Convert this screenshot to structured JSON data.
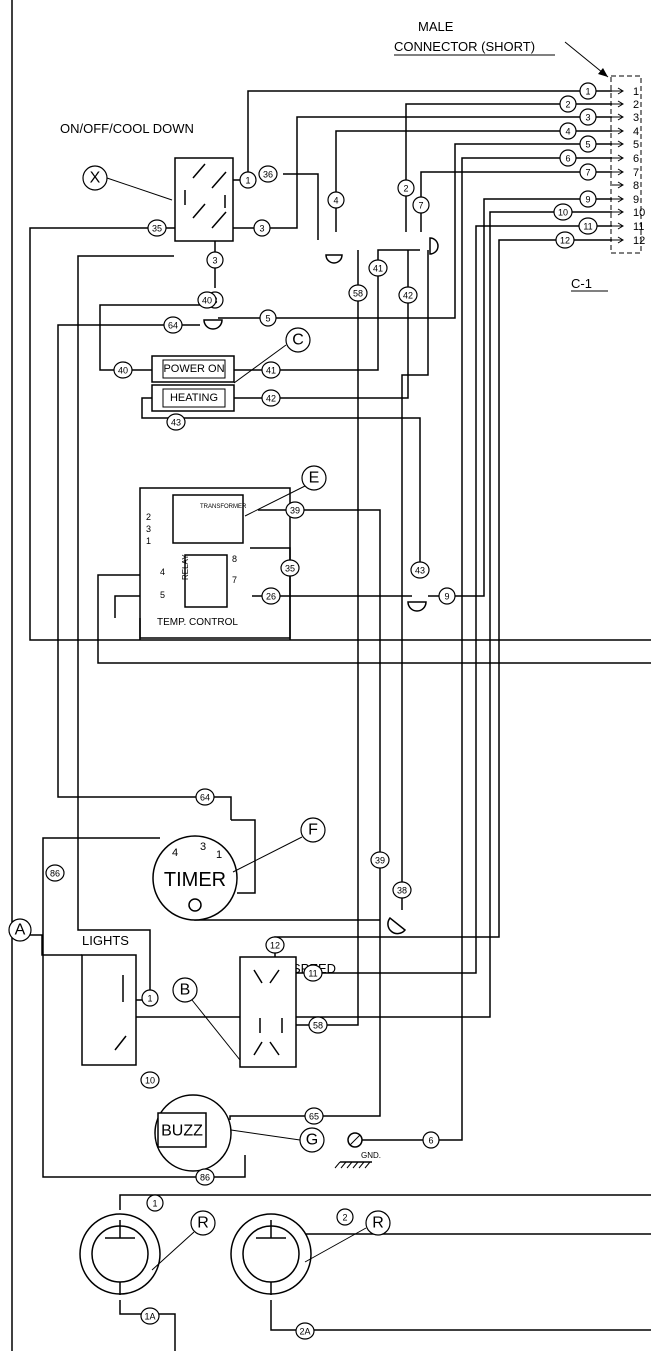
{
  "connector": {
    "title_line1": "MALE",
    "title_line2": "CONNECTOR (SHORT)",
    "id": "C-1",
    "pins": [
      "1",
      "2",
      "3",
      "4",
      "5",
      "6",
      "7",
      "8",
      "9",
      "10",
      "11",
      "12"
    ]
  },
  "switches": {
    "onoff_label": "ON/OFF/COOL DOWN",
    "lights_label": "LIGHTS",
    "speed_label": "SPEED"
  },
  "indicators": {
    "power_on": "POWER ON",
    "heating": "HEATING"
  },
  "temp_control": {
    "label": "TEMP. CONTROL",
    "relay": "RELAY",
    "transformer": "TRANSFORMER",
    "left_pins": [
      "2",
      "3",
      "1",
      "4",
      "5"
    ],
    "right_pins": [
      "8",
      "7"
    ]
  },
  "timer": {
    "label": "TIMER",
    "pins": [
      "4",
      "3",
      "1"
    ]
  },
  "buzzer": {
    "label": "BUZZ"
  },
  "ground": {
    "label": "GND."
  },
  "callouts": [
    "X",
    "C",
    "E",
    "F",
    "A",
    "B",
    "G",
    "R",
    "R"
  ],
  "wire_tags": [
    "1",
    "36",
    "3",
    "4",
    "2",
    "7",
    "35",
    "3",
    "41",
    "42",
    "58",
    "3",
    "40",
    "64",
    "5",
    "40",
    "41",
    "42",
    "43",
    "39",
    "35",
    "26",
    "43",
    "9",
    "64",
    "86",
    "39",
    "38",
    "12",
    "1",
    "58",
    "11",
    "10",
    "65",
    "6",
    "86",
    "1",
    "2",
    "1A",
    "2A",
    "1",
    "2",
    "3",
    "4",
    "5",
    "6",
    "7",
    "9",
    "10",
    "11",
    "12"
  ]
}
